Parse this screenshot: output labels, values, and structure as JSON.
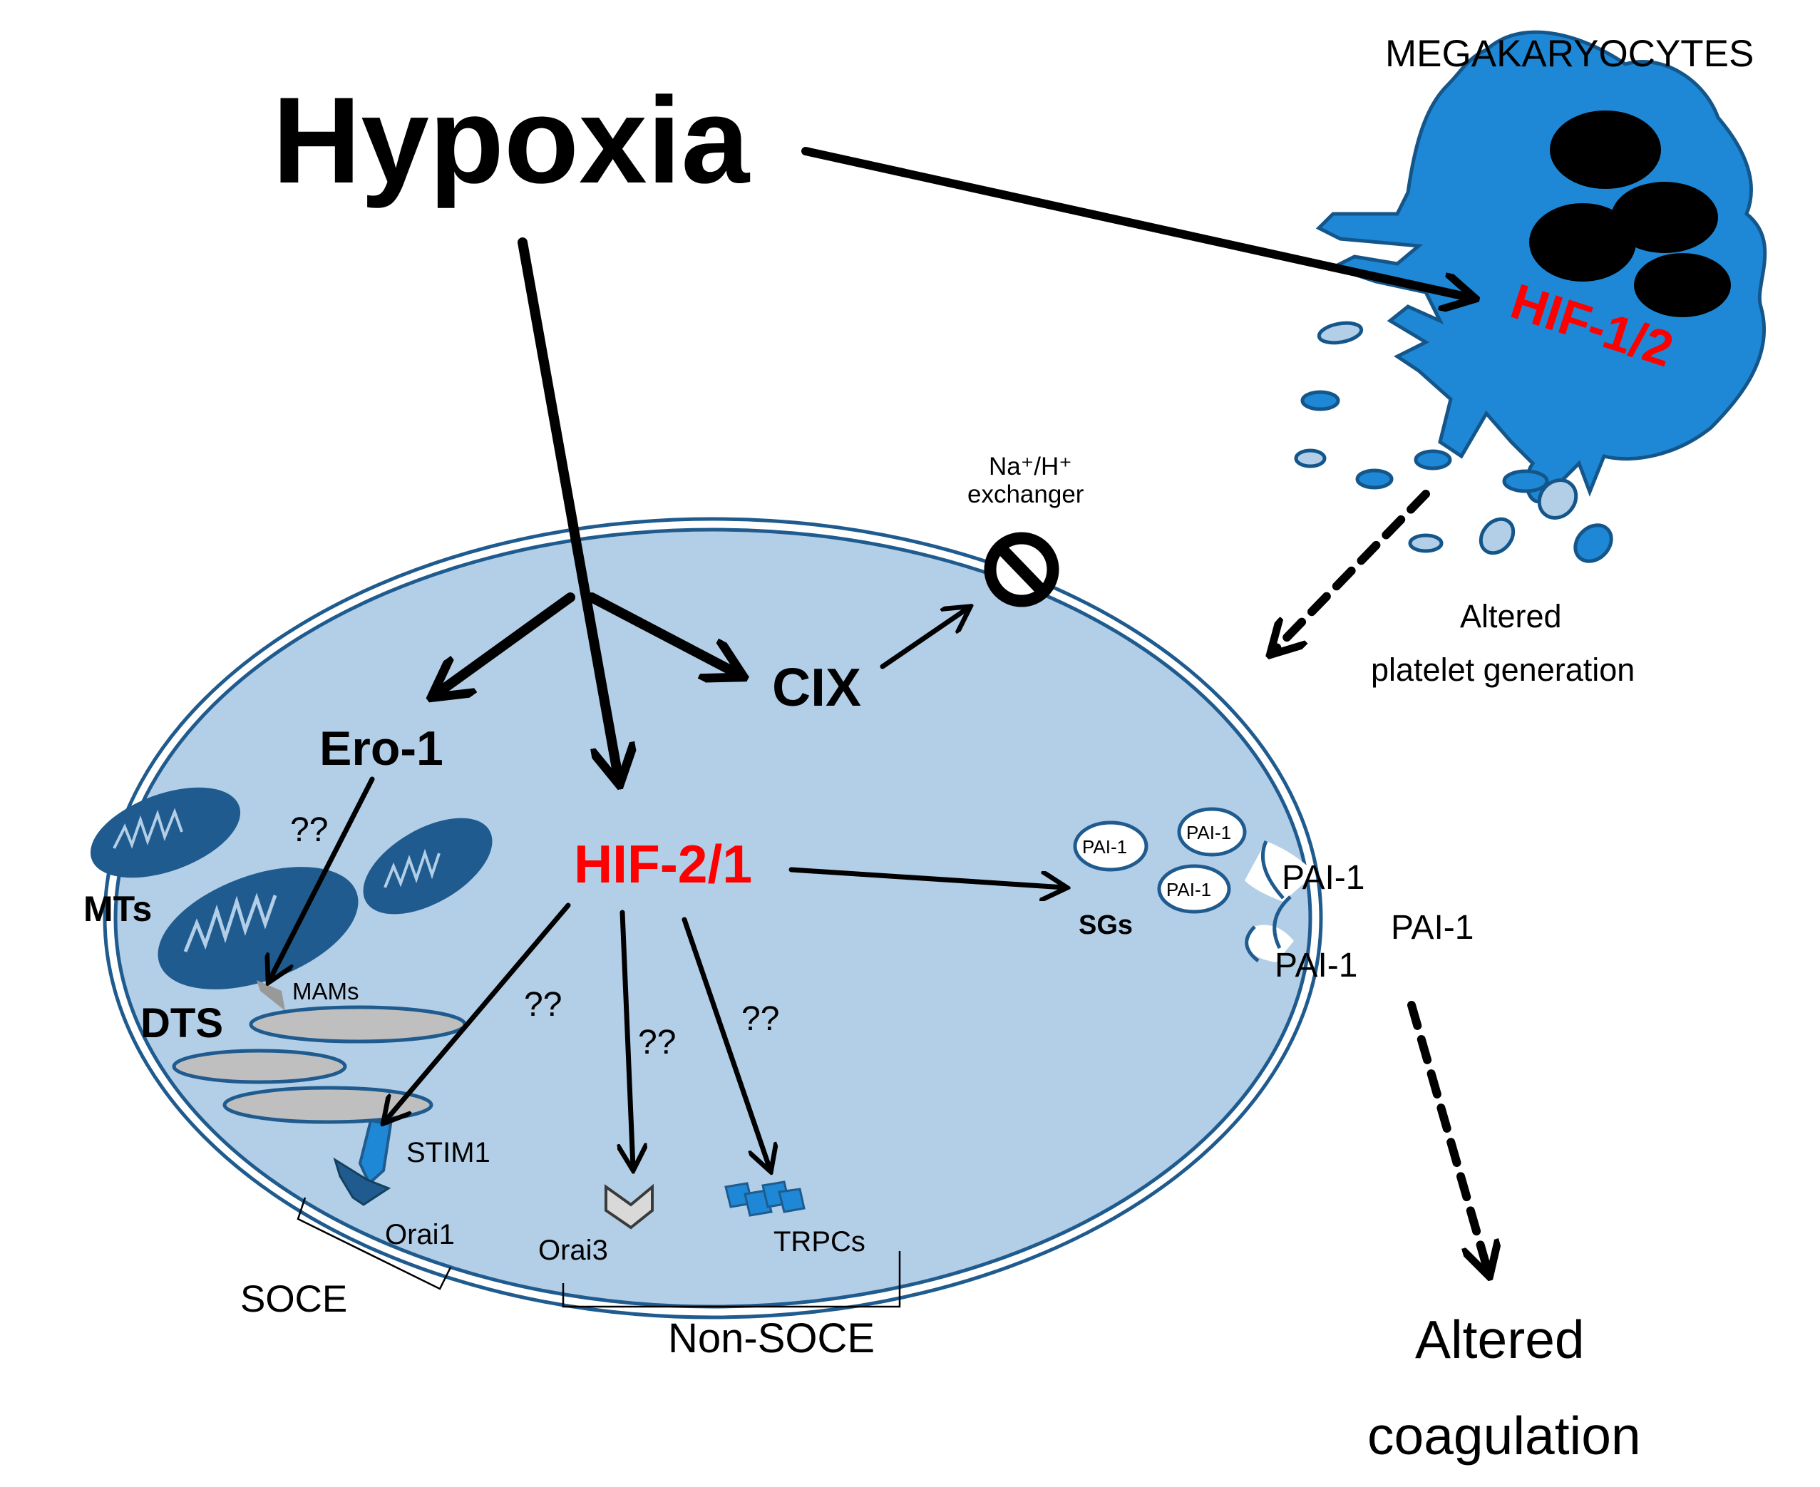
{
  "labels": {
    "hypoxia": "Hypoxia",
    "megakaryocytes": "MEGAKARYOCYTES",
    "hif12": "HIF-1/2",
    "altered_platelet_line1": "Altered",
    "altered_platelet_line2": "platelet generation",
    "nah_line1": "Na⁺/H⁺",
    "nah_line2": "exchanger",
    "cix": "CIX",
    "ero1": "Ero-1",
    "hif21": "HIF-2/1",
    "mts": "MTs",
    "dts": "DTS",
    "mams": "MAMs",
    "q_ero": "??",
    "q_stim": "??",
    "q_orai3": "??",
    "q_trpc": "??",
    "stim1": "STIM1",
    "orai1": "Orai1",
    "orai3": "Orai3",
    "trpcs": "TRPCs",
    "soce": "SOCE",
    "non_soce": "Non-SOCE",
    "sgs": "SGs",
    "pai_granule_1": "PAI-1",
    "pai_granule_2": "PAI-1",
    "pai_granule_3": "PAI-1",
    "pai_release_1": "PAI-1",
    "pai_release_2": "PAI-1",
    "pai_release_3": "PAI-1",
    "altered_coag_line1": "Altered",
    "altered_coag_line2": "coagulation"
  },
  "colors": {
    "cell_fill": "#b3cee7",
    "membrane": "#1f5b8e",
    "megakaryocyte": "#1e88d6",
    "mito_fill": "#1f5b8e",
    "dts_fill": "#bfbfbf",
    "hif_red": "#ff0000"
  }
}
